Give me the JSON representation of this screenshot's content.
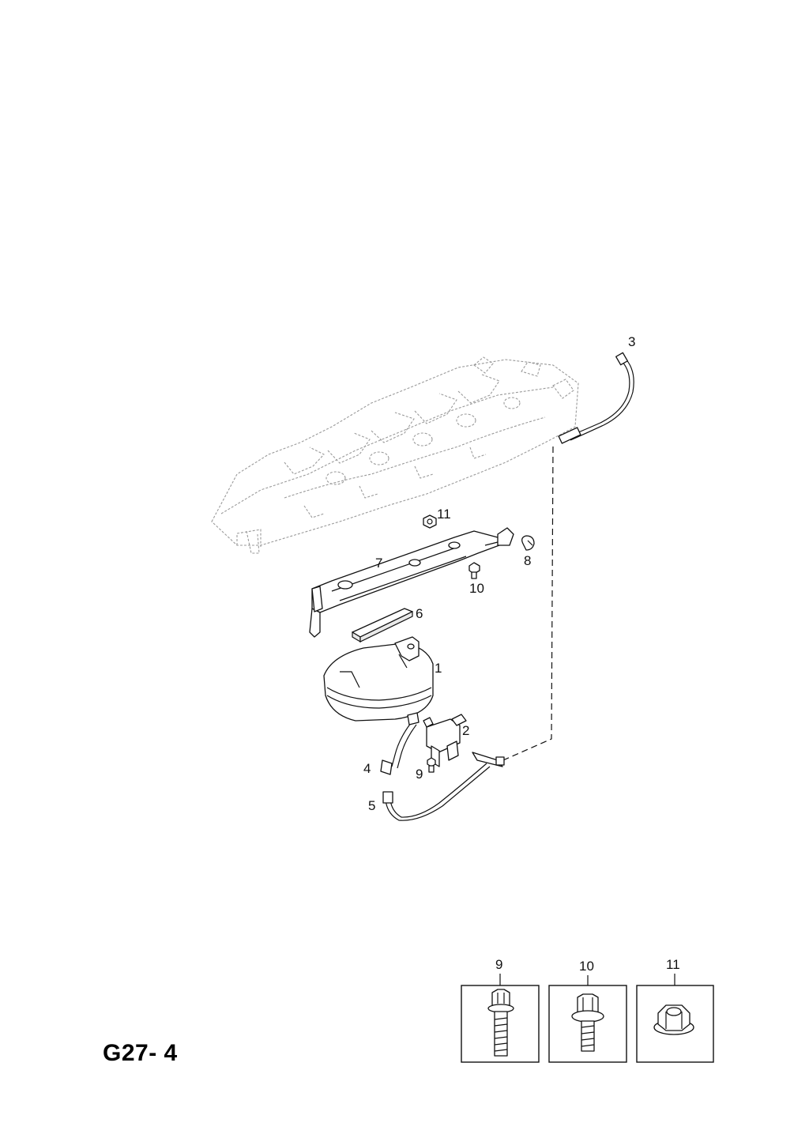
{
  "page_code": "G27- 4",
  "callouts": {
    "c1": "1",
    "c2": "2",
    "c3": "3",
    "c4": "4",
    "c5": "5",
    "c6": "6",
    "c7": "7",
    "c8": "8",
    "c9": "9",
    "c10": "10",
    "c11": "11"
  },
  "detail_boxes": [
    {
      "label": "9",
      "part": "flange-bolt-long"
    },
    {
      "label": "10",
      "part": "flange-bolt-short"
    },
    {
      "label": "11",
      "part": "flange-nut"
    }
  ],
  "colors": {
    "ink": "#111111",
    "ghost": "#9a9a9a",
    "background": "#ffffff"
  }
}
